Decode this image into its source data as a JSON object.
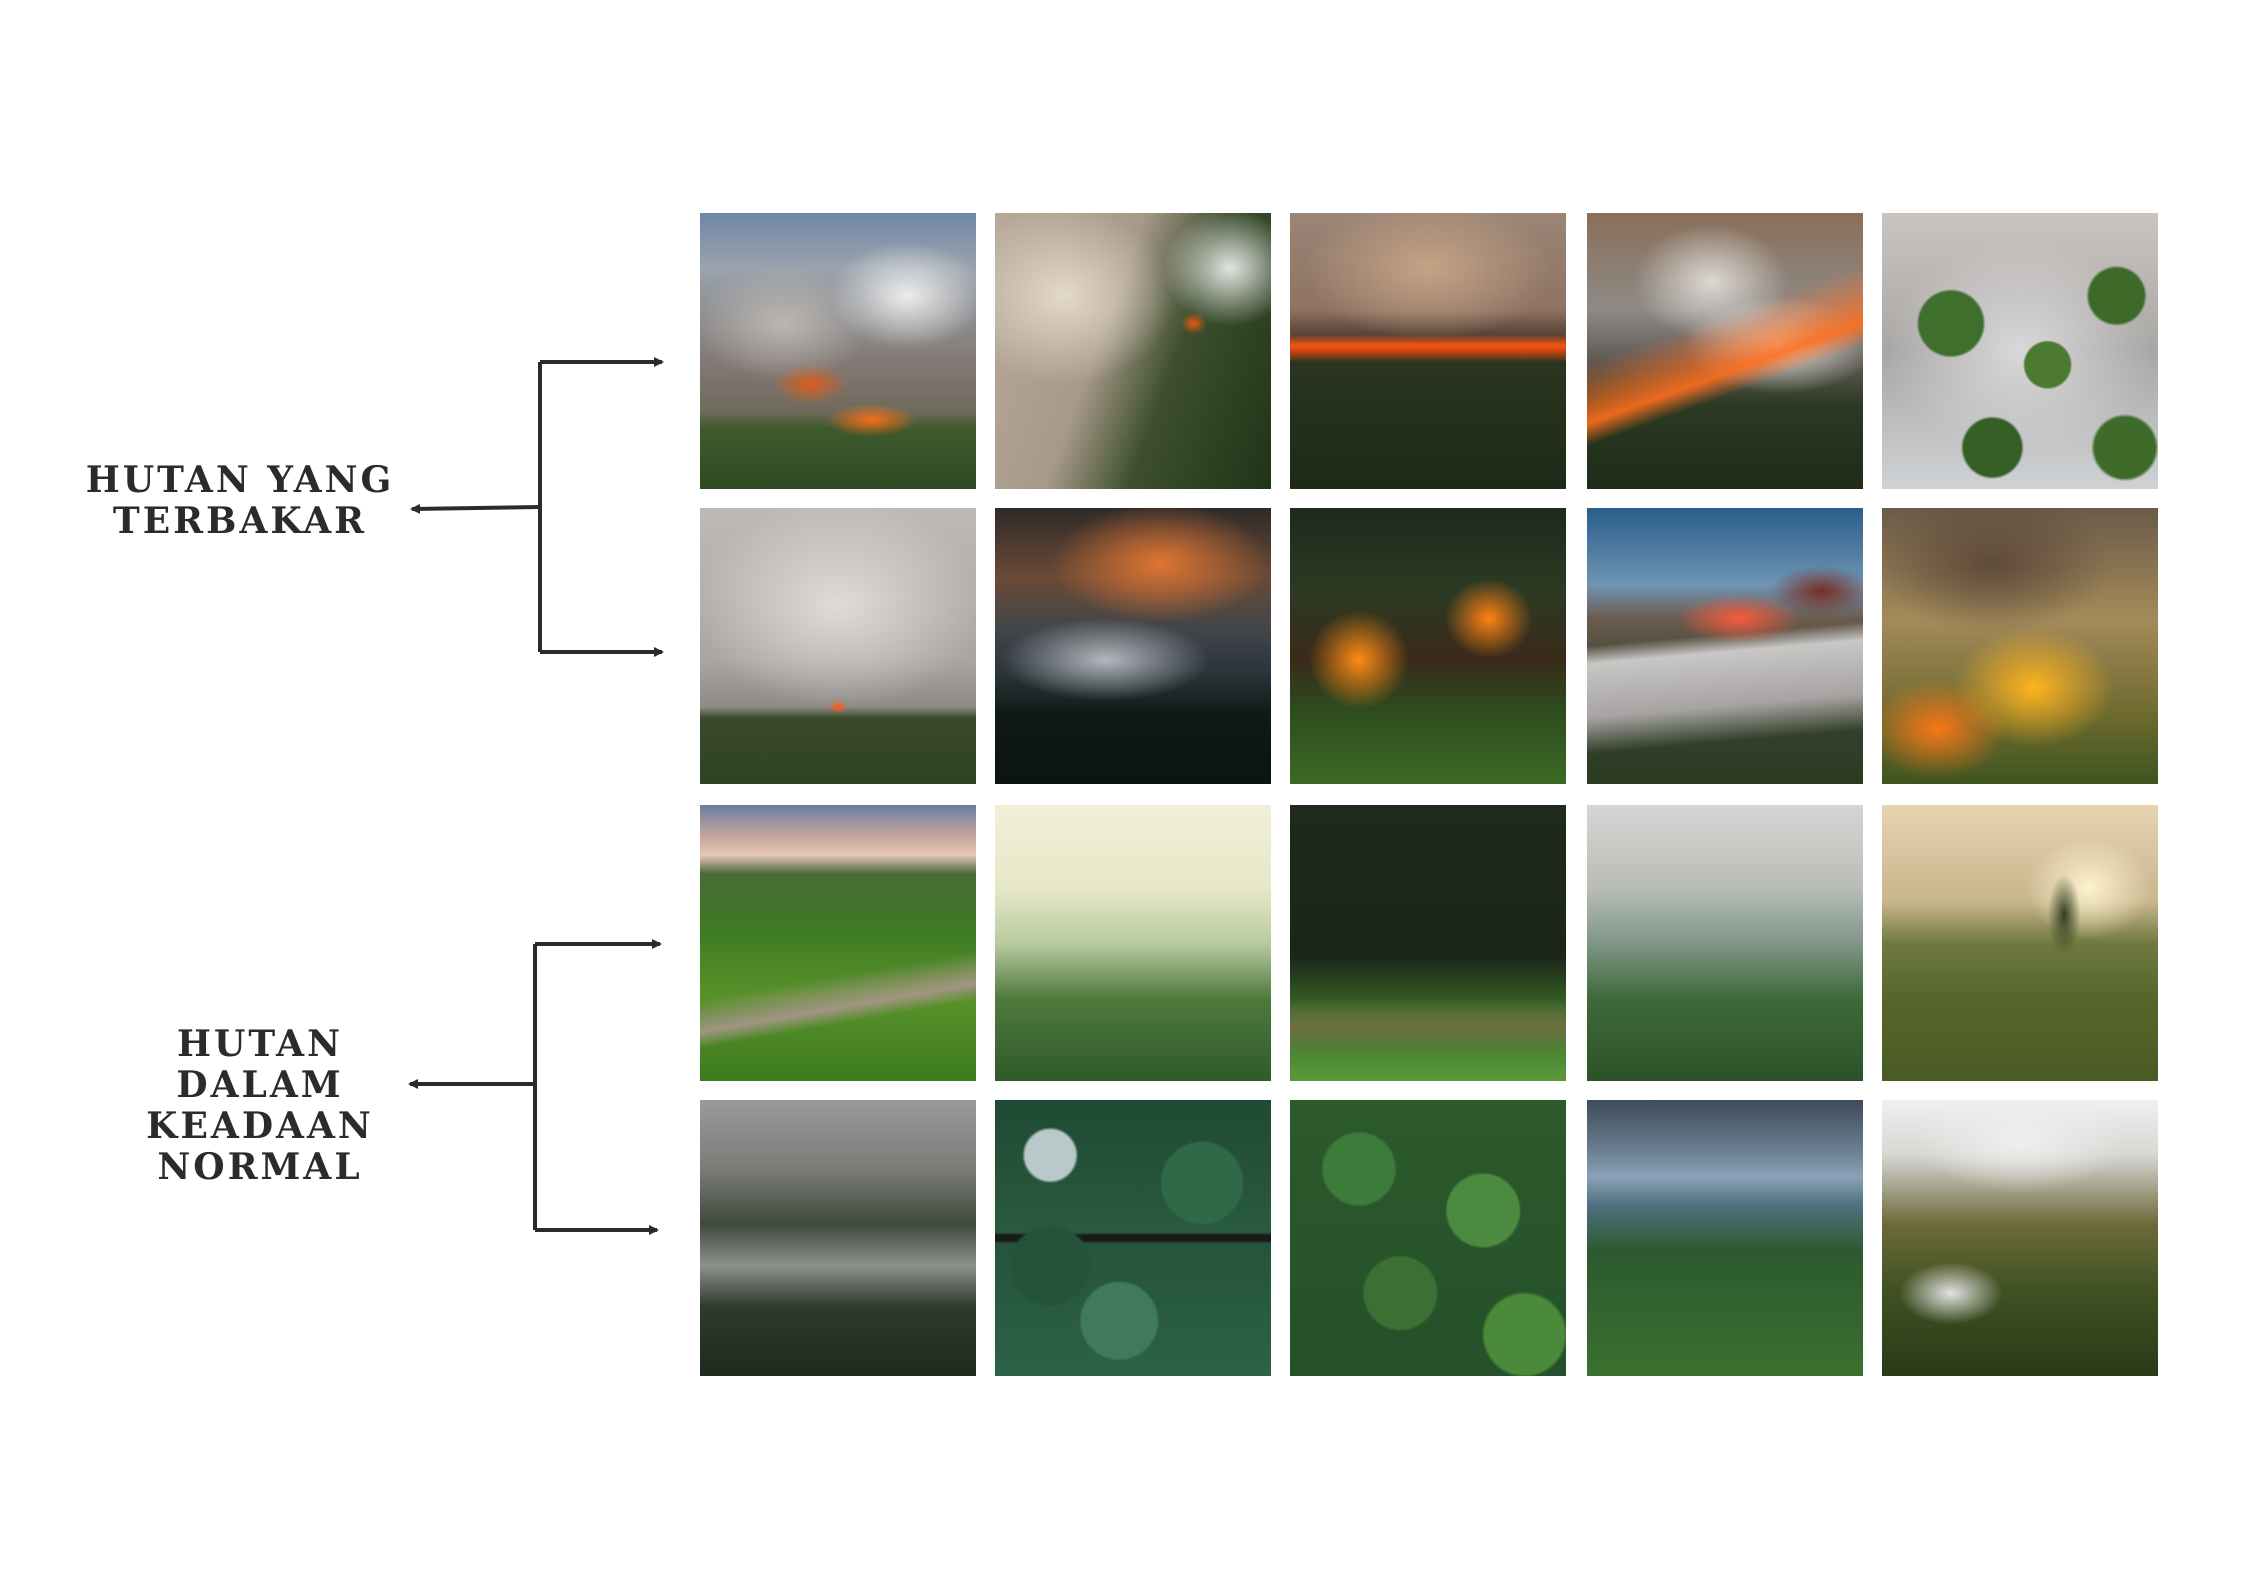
{
  "groups": [
    {
      "id": "burned",
      "label_lines": [
        "HUTAN YANG",
        "TERBAKAR"
      ]
    },
    {
      "id": "normal",
      "label_lines": [
        "HUTAN DALAM",
        "KEADAAN",
        "NORMAL"
      ]
    }
  ],
  "colors": {
    "text": "#2b2b2b",
    "connector": "#2b2b2b",
    "background": "#ffffff"
  },
  "grid": {
    "rows": 4,
    "columns": 5,
    "tiles": [
      {
        "group": "burned",
        "depicts": "forest fire aerial smoke"
      },
      {
        "group": "burned",
        "depicts": "smoke over conifer forest"
      },
      {
        "group": "burned",
        "depicts": "fire line in dark forest"
      },
      {
        "group": "burned",
        "depicts": "fire front with smoke"
      },
      {
        "group": "burned",
        "depicts": "trees in thick smoke"
      },
      {
        "group": "burned",
        "depicts": "heavy smoke over forest"
      },
      {
        "group": "burned",
        "depicts": "orange smoke over dark pines"
      },
      {
        "group": "burned",
        "depicts": "flames in shrubland"
      },
      {
        "group": "burned",
        "depicts": "burned land with smoke"
      },
      {
        "group": "burned",
        "depicts": "forest engulfed in flames"
      },
      {
        "group": "normal",
        "depicts": "aerial forest with river"
      },
      {
        "group": "normal",
        "depicts": "misty pine forest"
      },
      {
        "group": "normal",
        "depicts": "forest trail with ferns"
      },
      {
        "group": "normal",
        "depicts": "foggy conifer valley"
      },
      {
        "group": "normal",
        "depicts": "meadow with lone tree"
      },
      {
        "group": "normal",
        "depicts": "fog over treetops"
      },
      {
        "group": "normal",
        "depicts": "top-down conifer canopy"
      },
      {
        "group": "normal",
        "depicts": "dense green canopy"
      },
      {
        "group": "normal",
        "depicts": "pine forest under blue sky"
      },
      {
        "group": "normal",
        "depicts": "autumn forest with clouds"
      }
    ]
  }
}
